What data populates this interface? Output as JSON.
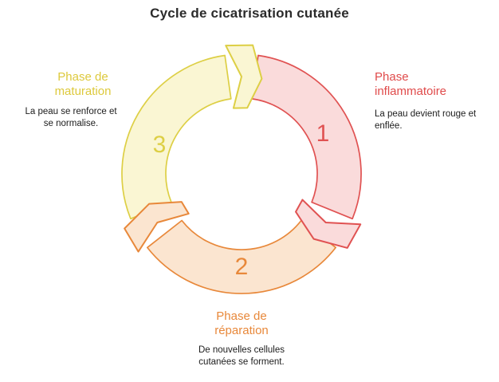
{
  "title": "Cycle de cicatrisation cutanée",
  "phases": {
    "inflammatory": {
      "number": "1",
      "name": "Phase inflammatoire",
      "description": "La peau devient rouge et enflée.",
      "color": "#e04b4b",
      "fill": "#fadbdb"
    },
    "repair": {
      "number": "2",
      "name": "Phase de réparation",
      "description": "De nouvelles cellules cutanées se forment.",
      "color": "#e8883a",
      "fill": "#fbe5d0"
    },
    "maturation": {
      "number": "3",
      "name": "Phase de maturation",
      "description": "La peau se renforce et se normalise.",
      "color": "#ddcf45",
      "fill": "#faf6d3"
    }
  },
  "colors": {
    "title_text": "#2b2b2b",
    "body_text": "#1c1c1c",
    "background": "#ffffff"
  }
}
